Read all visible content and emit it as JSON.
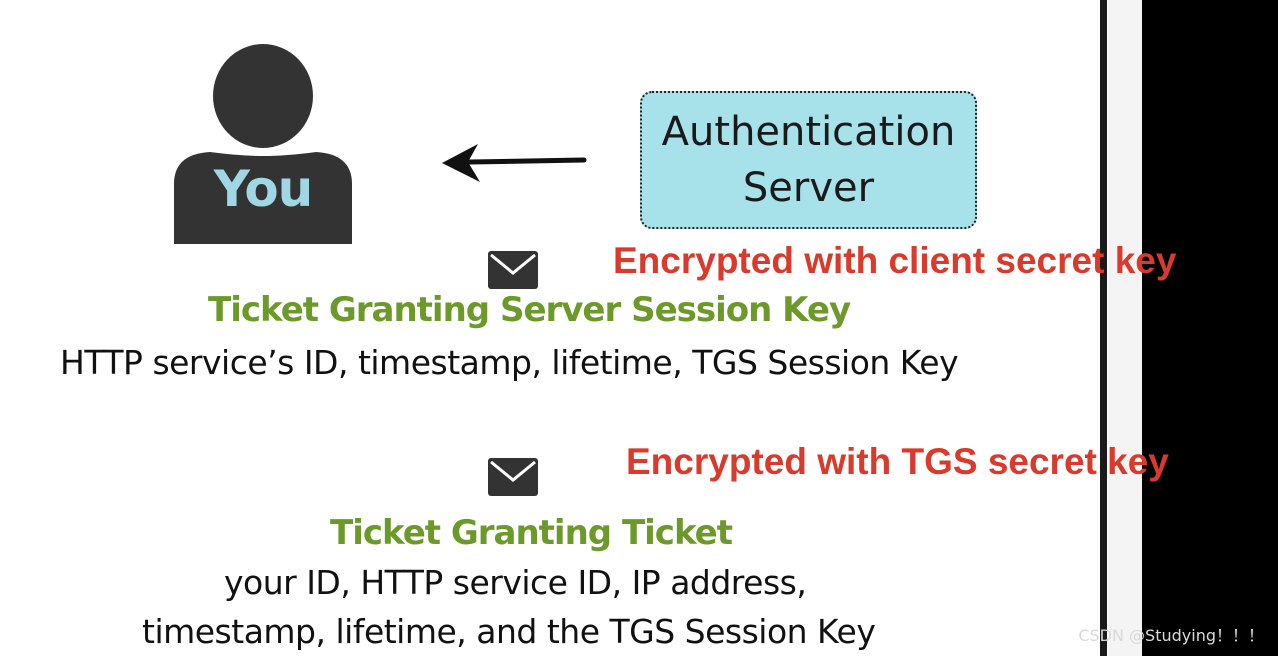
{
  "you_label": "You",
  "auth_server": {
    "line1": "Authentication",
    "line2": "Server"
  },
  "notes": {
    "client_key": "Encrypted with client secret key",
    "tgs_key": "Encrypted with TGS secret key"
  },
  "session_key": {
    "title": "Ticket Granting Server Session Key",
    "contents": "HTTP service’s ID, timestamp, lifetime, TGS Session Key"
  },
  "tgt": {
    "title": "Ticket Granting Ticket",
    "contents_line1": "your ID, HTTP service ID, IP address,",
    "contents_line2": "timestamp, lifetime, and the TGS Session Key"
  },
  "watermark": "CSDN @Studying！！！",
  "colors": {
    "person": "#333333",
    "you_text": "#9fd8e4",
    "auth_box": "#a7e1ea",
    "red_note": "#d93a2b",
    "green_title": "#6c9a2a"
  },
  "icons": [
    "person-icon",
    "arrow-left-icon",
    "envelope-icon"
  ]
}
